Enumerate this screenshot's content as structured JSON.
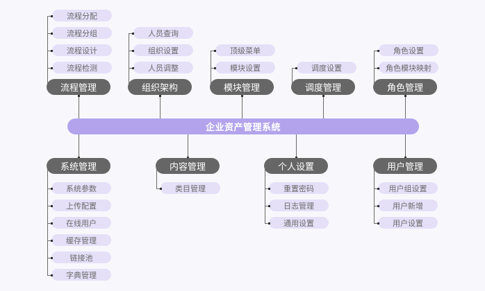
{
  "diagram": {
    "title": "企业资产管理系统",
    "colors": {
      "root": "#b2a3ec",
      "category": "#666666",
      "leaf": "#e5e0f8",
      "connector": "#6a6a6a",
      "background": "#f8f8fc"
    },
    "top_branches": [
      {
        "label": "流程管理",
        "children": [
          "流程分配",
          "流程分组",
          "流程设计",
          "流程检测"
        ]
      },
      {
        "label": "组织架构",
        "children": [
          "人员查询",
          "组织设置",
          "人员调整"
        ]
      },
      {
        "label": "模块管理",
        "children": [
          "顶级菜单",
          "模块设置"
        ]
      },
      {
        "label": "调度管理",
        "children": [
          "调度设置"
        ]
      },
      {
        "label": "角色管理",
        "children": [
          "角色设置",
          "角色模块映射"
        ]
      }
    ],
    "bottom_branches": [
      {
        "label": "系统管理",
        "children": [
          "系统参数",
          "上传配置",
          "在线用户",
          "缓存管理",
          "链接池",
          "字典管理"
        ]
      },
      {
        "label": "内容管理",
        "children": [
          "类目管理"
        ]
      },
      {
        "label": "个人设置",
        "children": [
          "重置密码",
          "日志管理",
          "通用设置"
        ]
      },
      {
        "label": "用户管理",
        "children": [
          "用户组设置",
          "用户新增",
          "用户设置"
        ]
      }
    ]
  }
}
